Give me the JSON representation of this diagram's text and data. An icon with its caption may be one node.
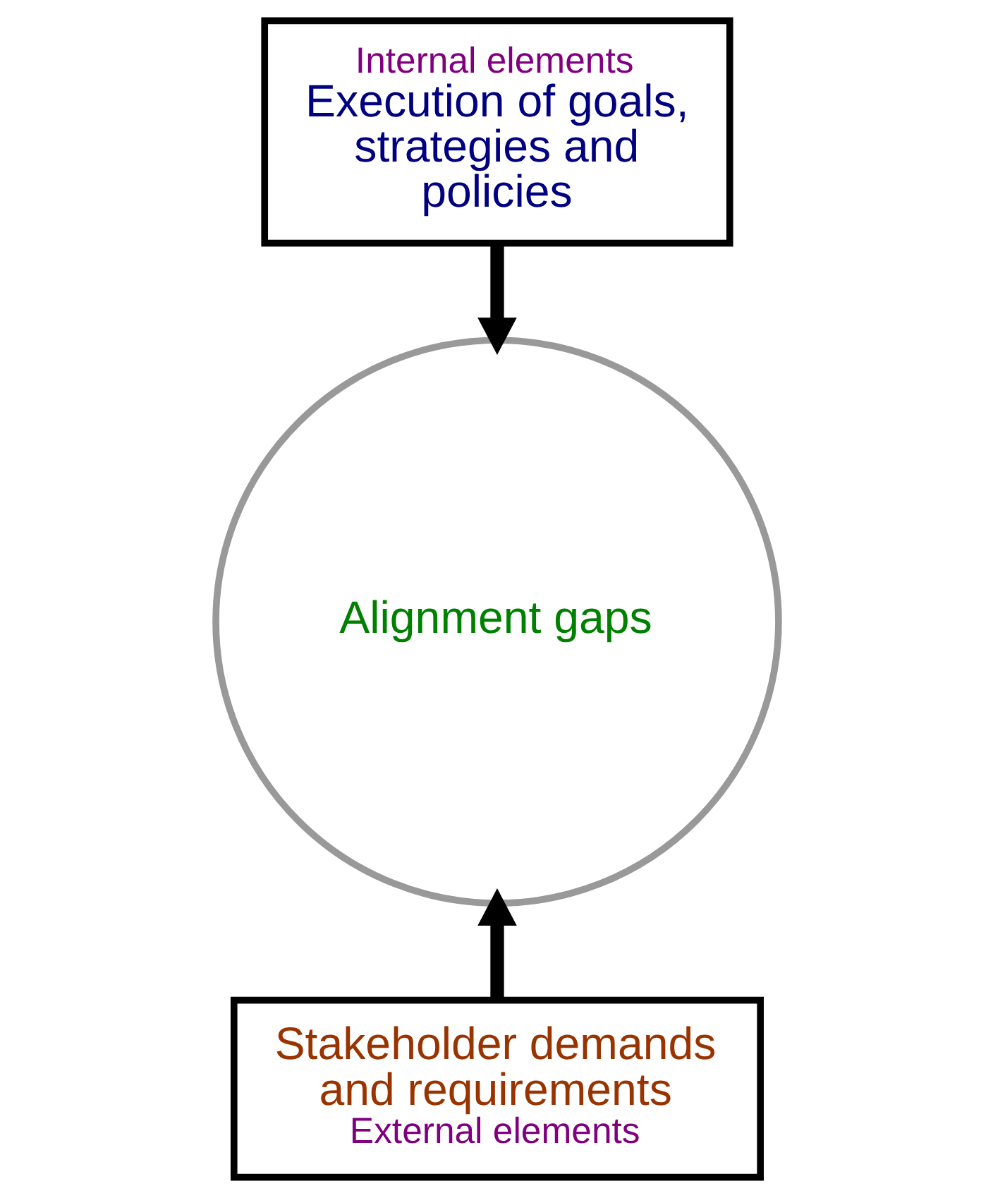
{
  "diagram": {
    "nodes": [
      {
        "text": [
          "Internal elements",
          "Execution of goals, strategies and policies"
        ]
      },
      {
        "text": [
          "Alignment gaps"
        ]
      },
      {
        "text": [
          "Stakeholder demands and requirements",
          "External elements"
        ]
      }
    ],
    "edges": [
      {
        "from": 0,
        "to": 1,
        "arrow": "to"
      },
      {
        "from": 2,
        "to": 1,
        "arrow": "to"
      }
    ]
  }
}
